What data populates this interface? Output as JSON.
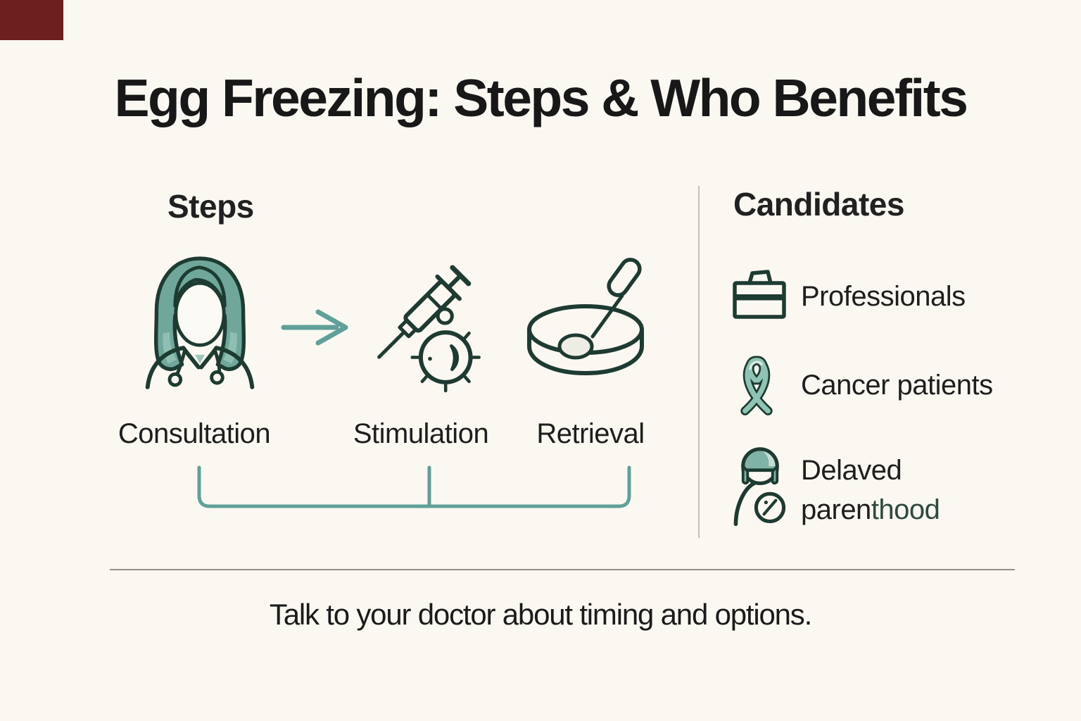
{
  "title": "Egg Freezing: Steps & Who Benefits",
  "steps_section": {
    "heading": "Steps",
    "arrow_icon": "flow-arrow-icon",
    "bracket_icon": "steps-bracket",
    "steps": [
      {
        "icon": "doctor-icon",
        "label": "Consultation"
      },
      {
        "icon": "syringe-egg-icon",
        "label": "Stimulation"
      },
      {
        "icon": "petri-dish-icon",
        "label": "Retrieval"
      }
    ]
  },
  "candidates_section": {
    "heading": "Candidates",
    "items": [
      {
        "icon": "briefcase-icon",
        "label": "Professionals"
      },
      {
        "icon": "awareness-ribbon-icon",
        "label": "Cancer patients"
      },
      {
        "icon": "person-clock-icon",
        "label_line1": "Delaved",
        "label_line2_dark": "paren",
        "label_line2_green": "thood"
      }
    ]
  },
  "footer": {
    "note": "Talk to your doctor about timing and options."
  },
  "colors": {
    "background": "#FAF8F1",
    "accent_teal": "#5FA099",
    "icon_outline_green": "#1E3B32",
    "icon_fill_teal": "#6FA79A",
    "text_dark": "#1B1B1B",
    "divider_gray": "#C3C1BA",
    "corner_red": "#6C1F1D"
  }
}
